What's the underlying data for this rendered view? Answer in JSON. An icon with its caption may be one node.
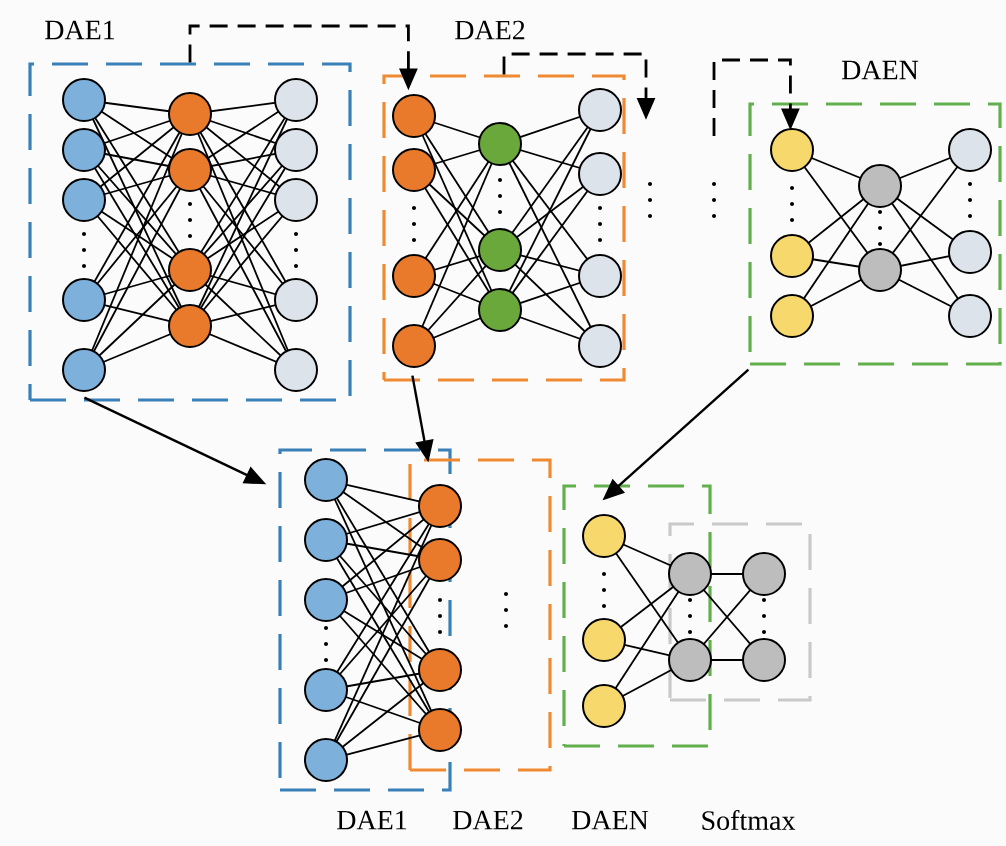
{
  "diagram": {
    "nodes": [
      {
        "text": [
          "DAE1"
        ]
      },
      {
        "text": [
          "DAE2"
        ]
      },
      {
        "text": [
          "DAEN"
        ]
      },
      {
        "text": [],
        "shape": "box"
      },
      {
        "text": [],
        "shape": "box"
      },
      {
        "text": [],
        "shape": "box"
      },
      {
        "text": [],
        "shape": "box"
      }
    ],
    "edges": [
      {
        "from": 0,
        "to": 1,
        "arrow": "to",
        "style": "dashed"
      },
      {
        "from": 1,
        "to": null,
        "arrow": "to",
        "style": "dashed"
      },
      {
        "from": null,
        "to": 2,
        "arrow": "to",
        "style": "dashed"
      },
      {
        "from": 0,
        "to": 3,
        "arrow": "to"
      },
      {
        "from": 1,
        "to": 4,
        "arrow": "to"
      },
      {
        "from": 2,
        "to": 5,
        "arrow": "to"
      }
    ],
    "labels": [
      "DAE1",
      "DAE2",
      "DAEN",
      "Softmax"
    ]
  }
}
